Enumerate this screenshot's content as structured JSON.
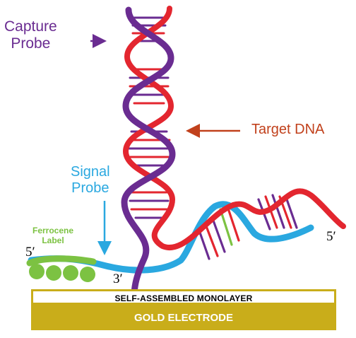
{
  "labels": {
    "capture_probe": "Capture\nProbe",
    "target_dna": "Target DNA",
    "signal_probe": "Signal\nProbe",
    "ferrocene_label": "Ferrocene\nLabel",
    "five_prime_left": "5′",
    "five_prime_right": "5′",
    "three_prime": "3′"
  },
  "layers": {
    "monolayer": "SELF-ASSEMBLED MONOLAYER",
    "electrode": "GOLD ELECTRODE"
  },
  "colors": {
    "capture_probe": "#6a2c91",
    "target_dna": "#e3262f",
    "signal_probe": "#2aa8e0",
    "ferrocene": "#7cc242",
    "target_label": "#c1411c",
    "signal_label": "#2aa8e0",
    "gold": "#c9ad1a"
  }
}
